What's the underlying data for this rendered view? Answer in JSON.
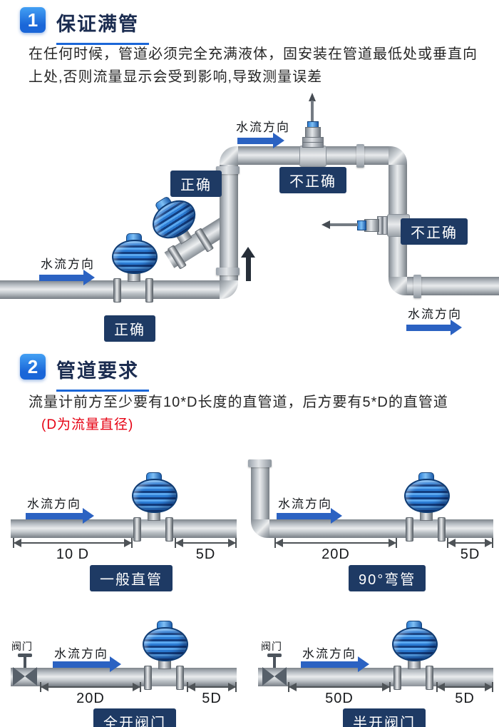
{
  "colors": {
    "accent_blue": "#1a66d8",
    "title_navy": "#1b2c50",
    "tag_navy": "#1e3a64",
    "arrow_blue": "#2b62c2",
    "note_red": "#e60012",
    "meter_blue": "#2c7cd4",
    "pipe_gray": "#b9bfc5"
  },
  "section1": {
    "badge": "1",
    "title": "保证满管",
    "description": "在任何时候，管道必须完全充满液体，固安装在管道最低处或垂直向上处,否则流量显示会受到影响,导致测量误差",
    "flow_labels": [
      {
        "text": "水流方向"
      },
      {
        "text": "水流方向"
      },
      {
        "text": "水流方向"
      }
    ],
    "tags": [
      {
        "text": "正确"
      },
      {
        "text": "不正确"
      },
      {
        "text": "不正确"
      },
      {
        "text": "正确"
      }
    ]
  },
  "section2": {
    "badge": "2",
    "title": "管道要求",
    "description": "流量计前方至少要有10*D长度的直管道，后方要有5*D的直管道",
    "note": "(D为流量直径)",
    "diagrams": [
      {
        "flow_label": "水流方向",
        "front_dim": "10 D",
        "back_dim": "5D",
        "caption": "一般直管"
      },
      {
        "flow_label": "水流方向",
        "front_dim": "20D",
        "back_dim": "5D",
        "caption": "90°弯管"
      },
      {
        "valve_label": "阀门",
        "flow_label": "水流方向",
        "front_dim": "20D",
        "back_dim": "5D",
        "caption": "全开阀门"
      },
      {
        "valve_label": "阀门",
        "flow_label": "水流方向",
        "front_dim": "50D",
        "back_dim": "5D",
        "caption": "半开阀门"
      }
    ]
  }
}
